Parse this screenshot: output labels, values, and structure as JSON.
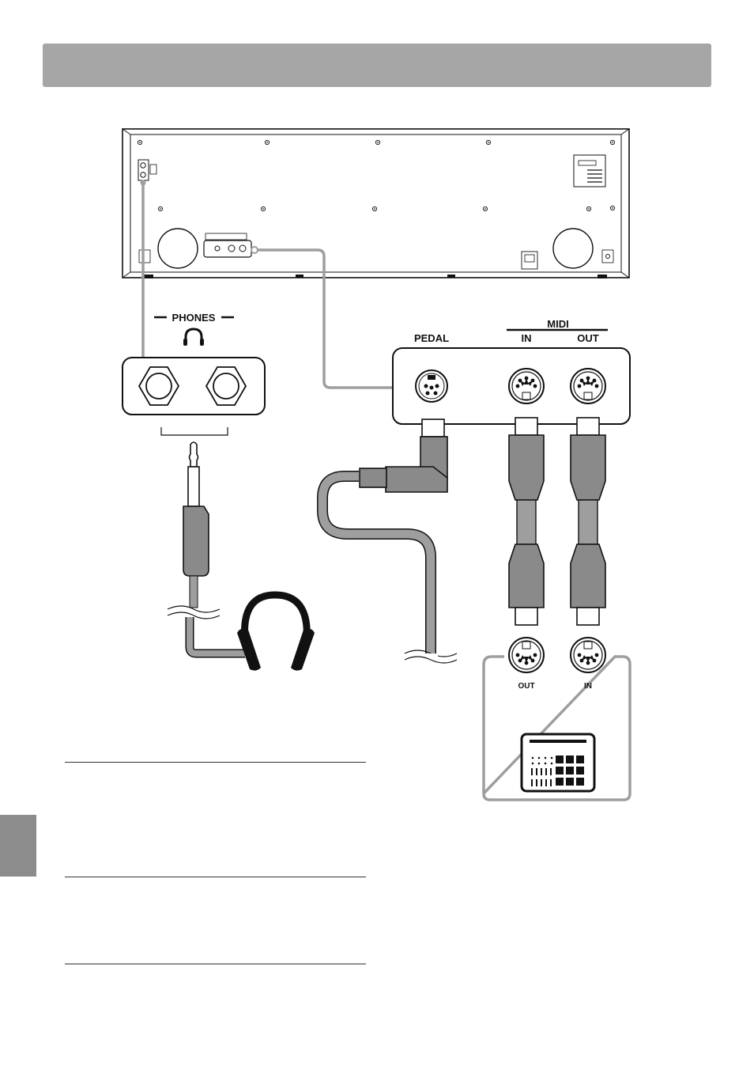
{
  "labels": {
    "phones": "PHONES",
    "pedal": "PEDAL",
    "midi": "MIDI",
    "midi_in": "IN",
    "midi_out": "OUT",
    "ext_out": "OUT",
    "ext_in": "IN"
  },
  "icons": [
    "headphones-icon",
    "phone-jack-plug",
    "headphones",
    "pedal-connector",
    "midi-cable",
    "midi-device-icon"
  ],
  "colors": {
    "header": "#a6a6a6",
    "cable": "#9e9e9e",
    "plug": "#8a8a8a",
    "side_tab": "#8c8c8c"
  }
}
